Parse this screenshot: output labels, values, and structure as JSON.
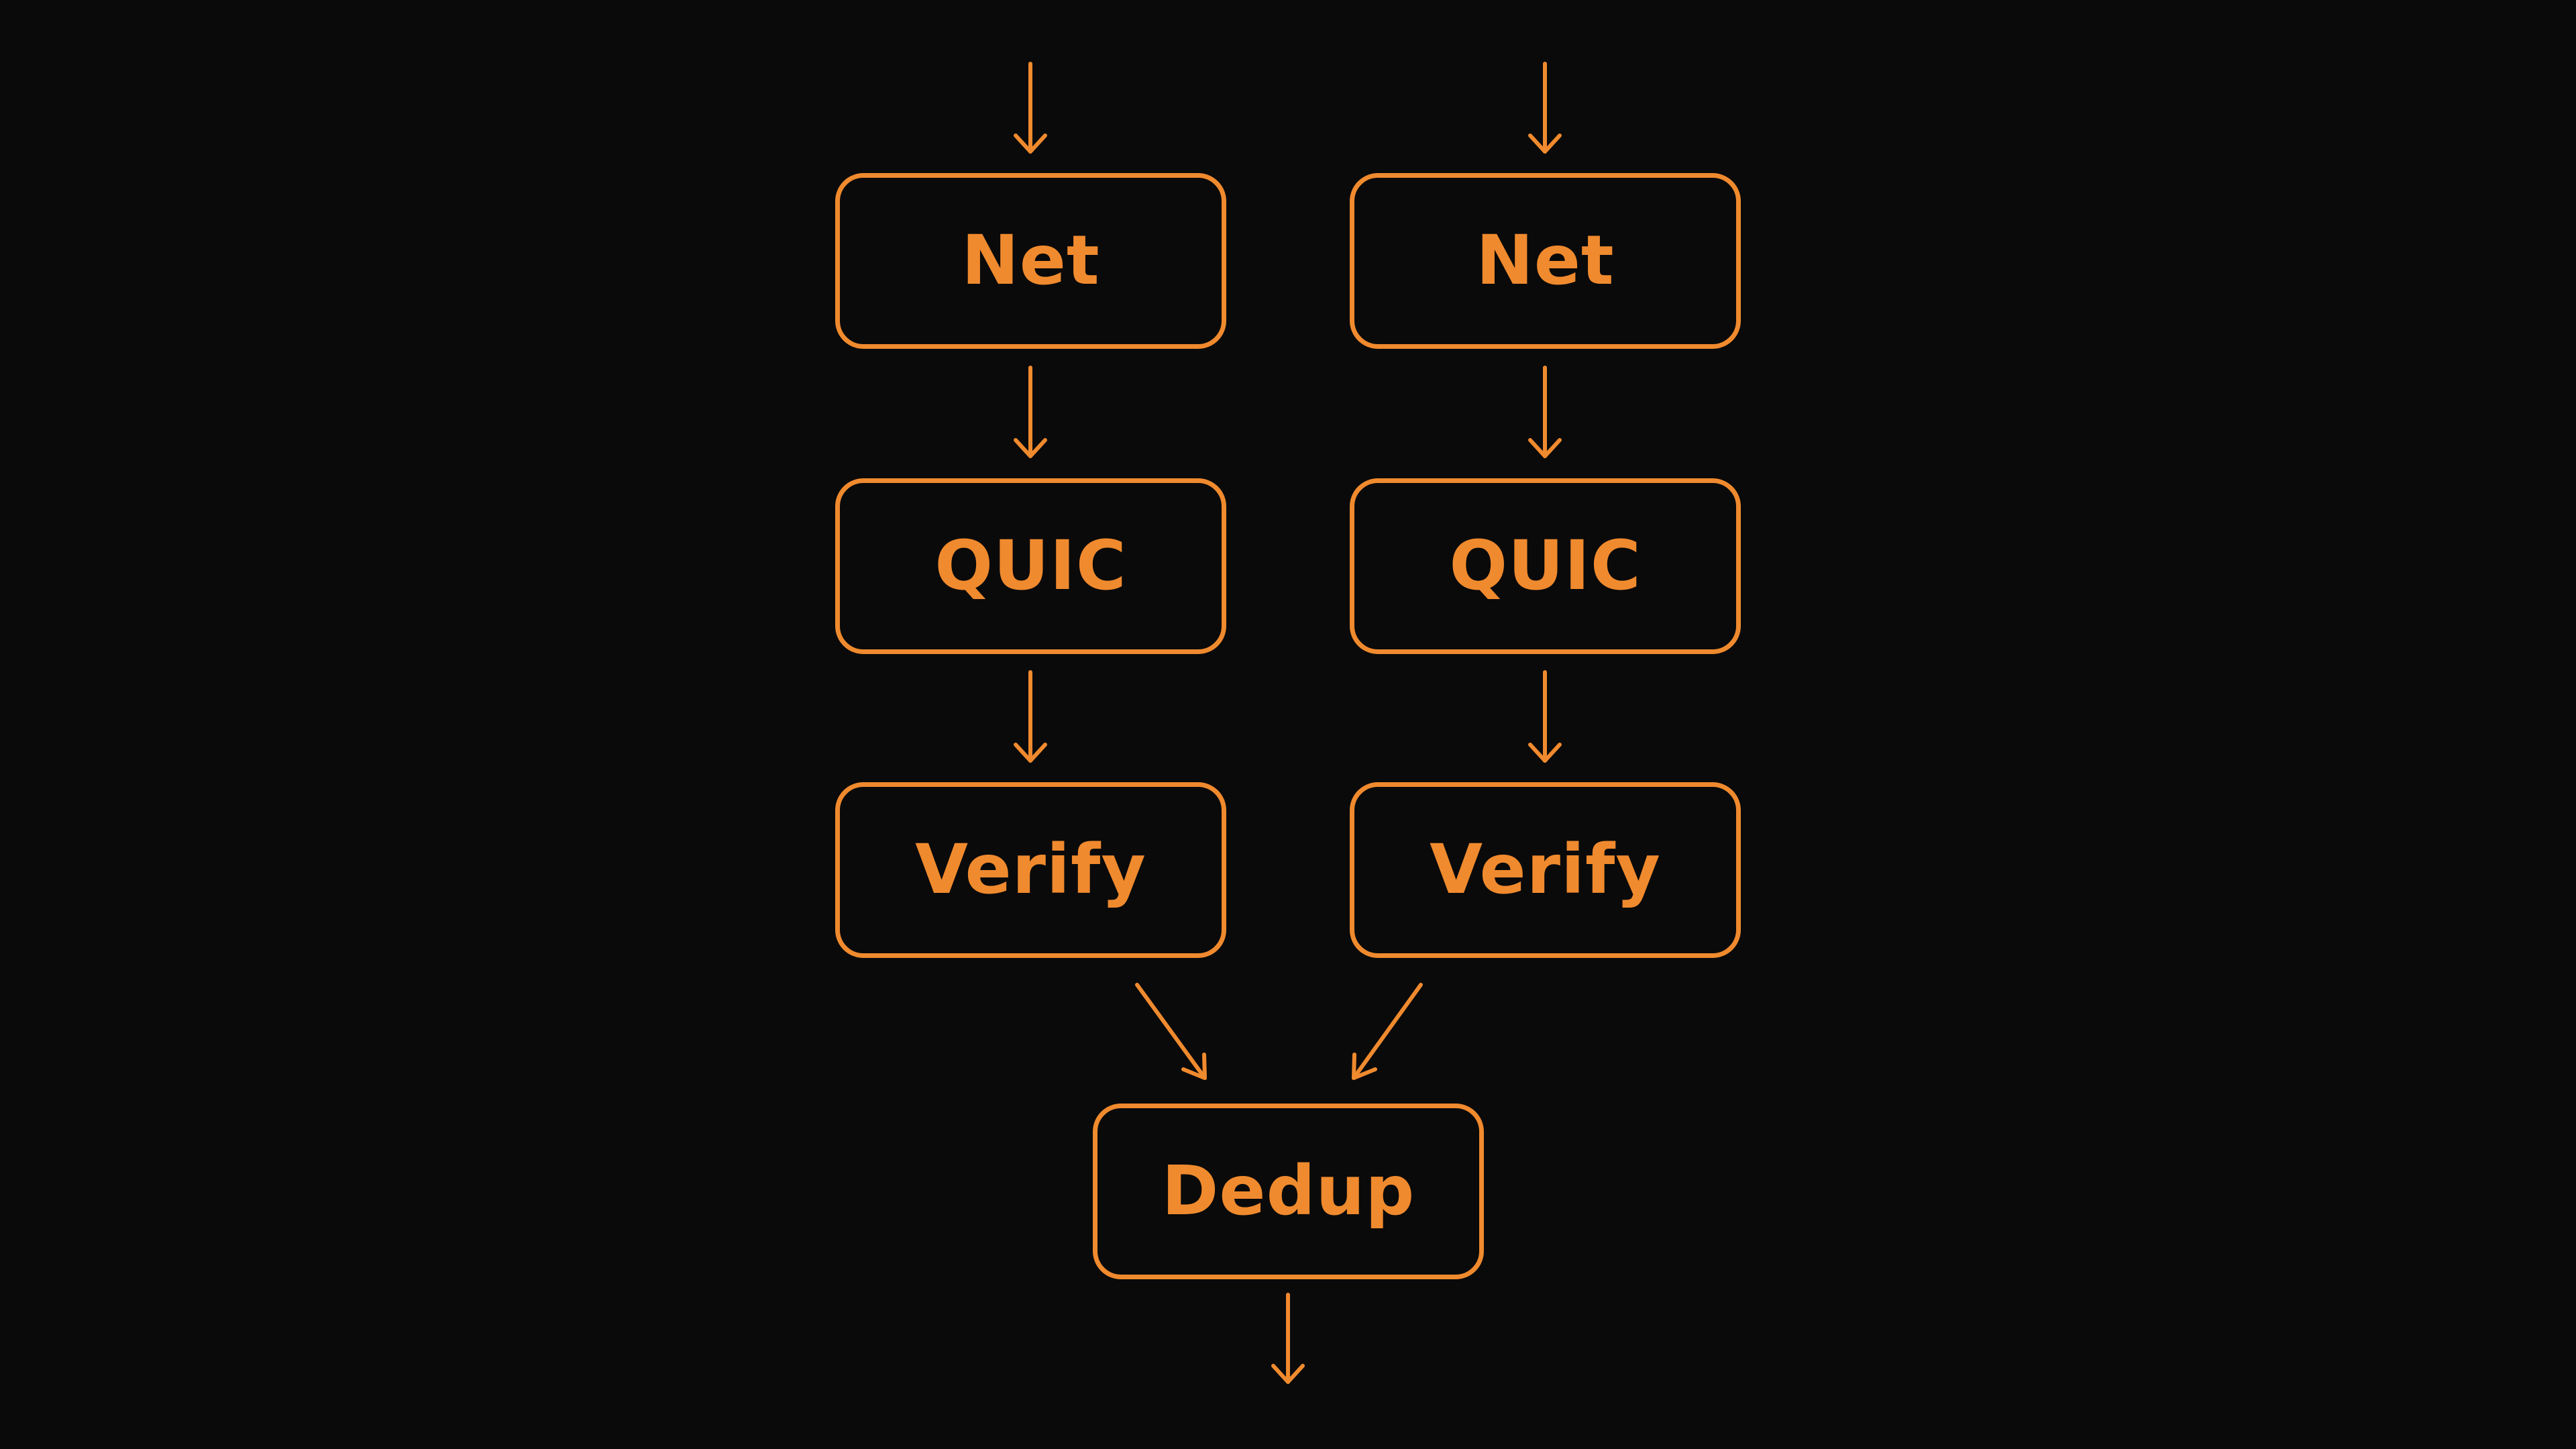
{
  "colors": {
    "background": "#0a0a0a",
    "accent": "#F08A2E"
  },
  "nodes": {
    "net_left": "Net",
    "net_right": "Net",
    "quic_left": "QUIC",
    "quic_right": "QUIC",
    "verify_left": "Verify",
    "verify_right": "Verify",
    "dedup": "Dedup"
  }
}
